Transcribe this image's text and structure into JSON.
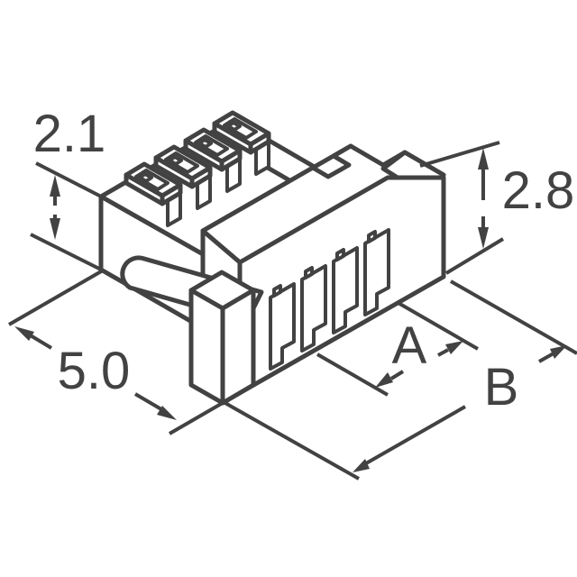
{
  "drawing": {
    "type": "isometric-technical-drawing",
    "subject": "4-position rectangular connector housing",
    "view": "top-front-left isometric",
    "background_color": "#ffffff",
    "line_color": "#424242",
    "positions": 4
  },
  "dimensions": {
    "rear_height": {
      "label": "2.1"
    },
    "front_height": {
      "label": "2.8"
    },
    "depth": {
      "label": "5.0"
    },
    "dim_a": {
      "label": "A"
    },
    "dim_b": {
      "label": "B"
    }
  }
}
